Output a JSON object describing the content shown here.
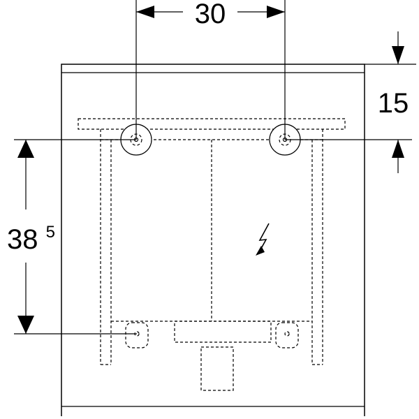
{
  "dimensions": {
    "horizontal_spacing": "30",
    "top_offset": "15",
    "vertical_spacing_main": "38",
    "vertical_spacing_super": "5"
  },
  "icons": {
    "electrical": "lightning-bolt-icon"
  }
}
